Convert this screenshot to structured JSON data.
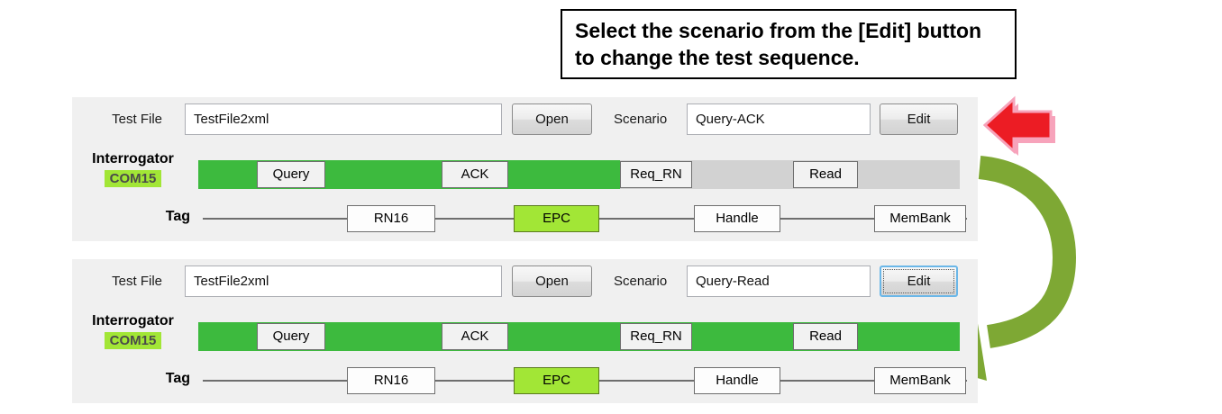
{
  "callout": {
    "line1": "Select the scenario from the [Edit] button",
    "line2": "to change the test sequence."
  },
  "icons": {
    "red_arrow": "left-block-arrow",
    "green_arrow": "curved-down-left-arrow"
  },
  "colors": {
    "active_green": "#3DBA3E",
    "inactive_gray": "#D2D2D2",
    "highlight_chartreuse": "#A2E636",
    "panel_bg": "#F0F0F0",
    "red_arrow": "#EC1C24",
    "red_arrow_outline": "#F7A3BB",
    "green_arrow": "#7EA834",
    "focus_blue": "#6BB7E8"
  },
  "panels": [
    {
      "test_file_label": "Test File",
      "test_file_value": "TestFile2xml",
      "open_button_label": "Open",
      "scenario_label": "Scenario",
      "scenario_value": "Query-ACK",
      "edit_button_label": "Edit",
      "interrogator_label": "Interrogator",
      "com_port": "COM15",
      "tag_label": "Tag",
      "interrogator_steps": [
        "Query",
        "ACK",
        "Req_RN",
        "Read"
      ],
      "tag_steps": [
        "RN16",
        "EPC",
        "Handle",
        "MemBank"
      ],
      "bar_state": "green through ACK, gray from Req_RN to end"
    },
    {
      "test_file_label": "Test File",
      "test_file_value": "TestFile2xml",
      "open_button_label": "Open",
      "scenario_label": "Scenario",
      "scenario_value": "Query-Read",
      "edit_button_label": "Edit",
      "interrogator_label": "Interrogator",
      "com_port": "COM15",
      "tag_label": "Tag",
      "interrogator_steps": [
        "Query",
        "ACK",
        "Req_RN",
        "Read"
      ],
      "tag_steps": [
        "RN16",
        "EPC",
        "Handle",
        "MemBank"
      ],
      "bar_state": "green full length"
    }
  ]
}
